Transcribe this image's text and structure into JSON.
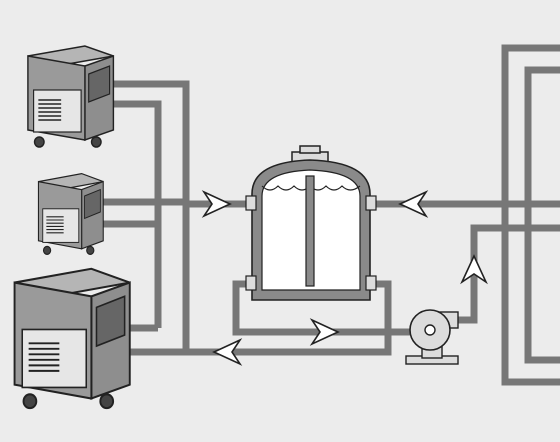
{
  "diagram": {
    "kind": "hydronic piping schematic",
    "colors": {
      "background": "#ececec",
      "pipe": "#777777",
      "unit_body": "#8e8e8e",
      "unit_face": "#e6e6e6",
      "tank_wall": "#8a8a8a",
      "tank_inner": "#ffffff",
      "arrow_fill": "#ffffff",
      "outline": "#222222"
    },
    "components": [
      {
        "id": "chiller-unit-1",
        "icon": "chiller-icon"
      },
      {
        "id": "chiller-unit-2",
        "icon": "chiller-icon"
      },
      {
        "id": "chiller-unit-3",
        "icon": "chiller-icon"
      },
      {
        "id": "buffer-tank",
        "icon": "tank-with-agitator-icon"
      },
      {
        "id": "circulation-pump",
        "icon": "pump-icon"
      },
      {
        "id": "load-loop",
        "icon": "pipe-loop-icon"
      }
    ],
    "flow_arrows": [
      {
        "id": "arrow-supply-to-tank",
        "direction": "right"
      },
      {
        "id": "arrow-return-to-tank",
        "direction": "left"
      },
      {
        "id": "arrow-tank-to-pump",
        "direction": "right"
      },
      {
        "id": "arrow-return-to-chillers",
        "direction": "left"
      },
      {
        "id": "arrow-pump-up",
        "direction": "up"
      }
    ]
  }
}
